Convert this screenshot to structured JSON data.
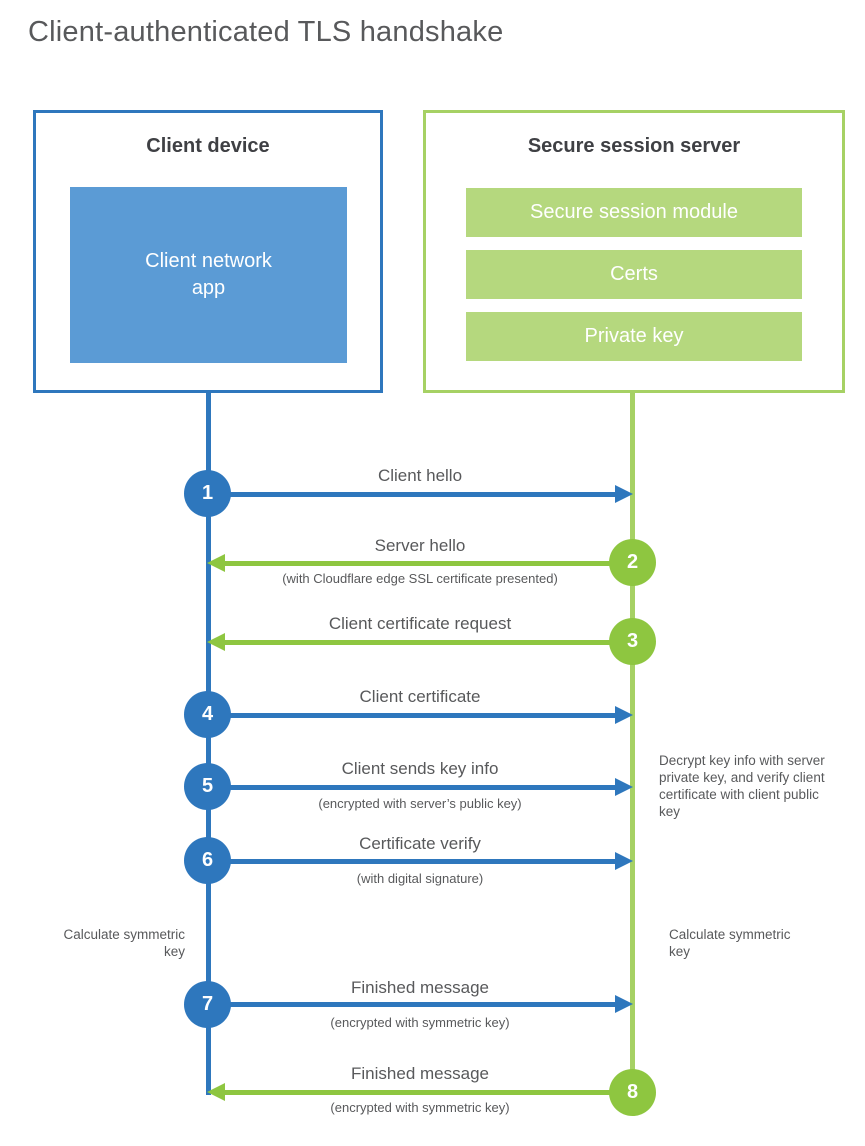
{
  "title": "Client-authenticated TLS handshake",
  "colors": {
    "blue": "#2E77BD",
    "blue_light": "#5B9BD5",
    "green": "#8EC640",
    "green_line": "#A6D164",
    "green_bar": "#B5D87E",
    "text": "#58595B",
    "heading": "#3F4044"
  },
  "client_box": {
    "title": "Client device",
    "inner_label": "Client network\napp"
  },
  "server_box": {
    "title": "Secure session server",
    "modules": [
      "Secure session module",
      "Certs",
      "Private key"
    ]
  },
  "steps": [
    {
      "number": "1",
      "label": "Client hello",
      "sublabel": "",
      "direction": "right",
      "actor": "client"
    },
    {
      "number": "2",
      "label": "Server hello",
      "sublabel": "(with Cloudflare edge SSL certificate presented)",
      "direction": "left",
      "actor": "server"
    },
    {
      "number": "3",
      "label": "Client certificate request",
      "sublabel": "",
      "direction": "left",
      "actor": "server"
    },
    {
      "number": "4",
      "label": "Client certificate",
      "sublabel": "",
      "direction": "right",
      "actor": "client"
    },
    {
      "number": "5",
      "label": "Client sends key info",
      "sublabel": "(encrypted with server’s public key)",
      "direction": "right",
      "actor": "client"
    },
    {
      "number": "6",
      "label": "Certificate verify",
      "sublabel": "(with digital signature)",
      "direction": "right",
      "actor": "client"
    },
    {
      "number": "7",
      "label": "Finished message",
      "sublabel": "(encrypted with symmetric key)",
      "direction": "right",
      "actor": "client"
    },
    {
      "number": "8",
      "label": "Finished message",
      "sublabel": "(encrypted with symmetric key)",
      "direction": "left",
      "actor": "server"
    }
  ],
  "annotations": {
    "decrypt_note": "Decrypt key info with server private key, and verify client certificate with client public key",
    "calc_symmetric_left": "Calculate symmetric key",
    "calc_symmetric_right": "Calculate symmetric key"
  }
}
